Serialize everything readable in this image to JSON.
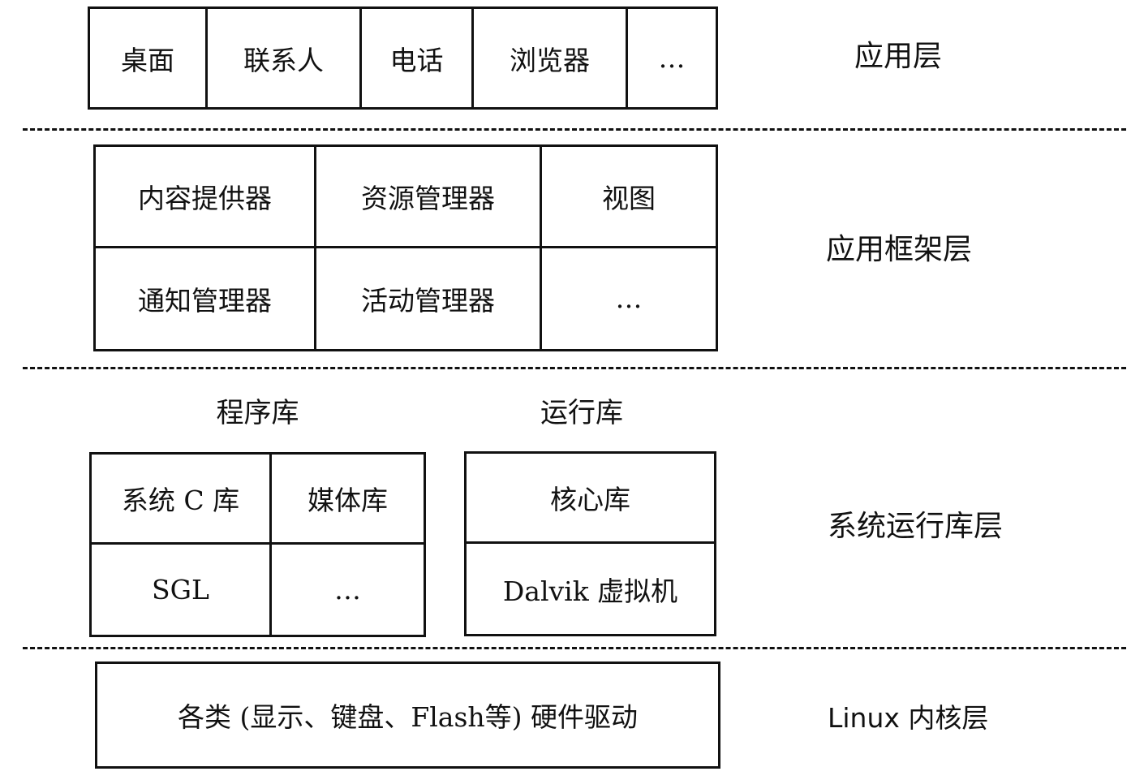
{
  "app_layer": {
    "cells": [
      "桌面",
      "联系人",
      "电话",
      "浏览器",
      "…"
    ],
    "label": "应用层"
  },
  "framework_layer": {
    "cells": [
      "内容提供器",
      "资源管理器",
      "视图",
      "通知管理器",
      "活动管理器",
      "…"
    ],
    "label": "应用框架层"
  },
  "runtime_layer": {
    "libraries_heading": "程序库",
    "runtime_heading": "运行库",
    "libraries": [
      "系统 C 库",
      "媒体库",
      "SGL",
      "…"
    ],
    "runtime": [
      "核心库",
      "Dalvik 虚拟机"
    ],
    "label": "系统运行库层"
  },
  "kernel_layer": {
    "content": "各类 (显示、键盘、Flash等) 硬件驱动",
    "label": "Linux 内核层"
  }
}
